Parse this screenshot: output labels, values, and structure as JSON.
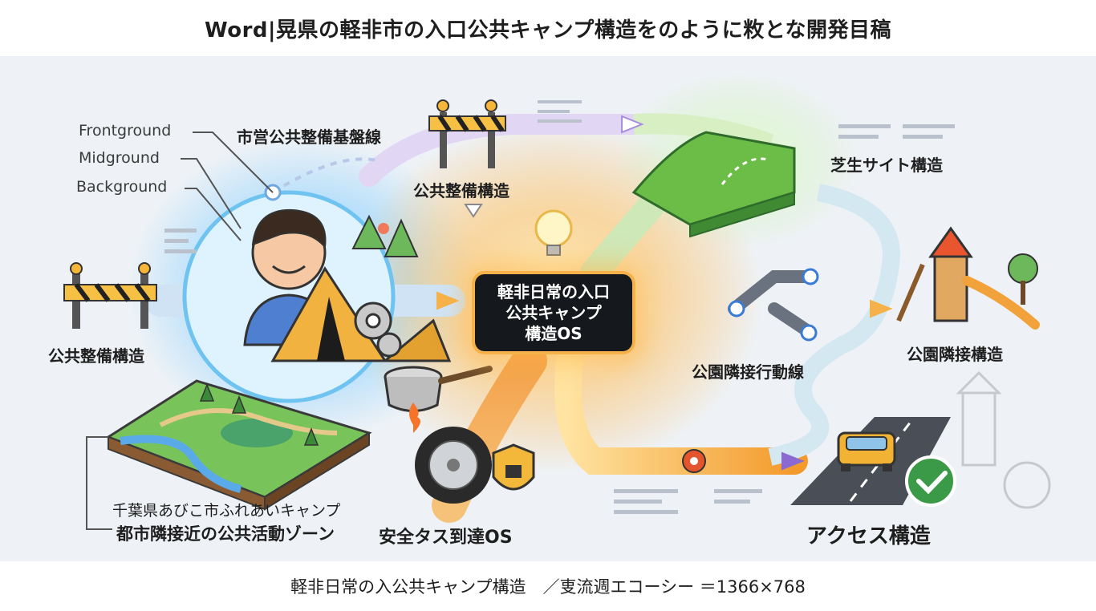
{
  "title": "Word|晃県の軽非市の入口公共キャンプ構造をのように敉とな開発目稿",
  "layers": [
    "Frontground",
    "Midground",
    "Background"
  ],
  "nodes": {
    "top_line": "市営公共整備基盤線",
    "top_barrier": "公共整備構造",
    "left_barrier": "公共整備構造",
    "lawn": "芝生サイト構造",
    "park_adjacent": "公園隣接構造",
    "park_route": "公園隣接行動線",
    "access": "アクセス構造",
    "safety": "安全タス到達OS",
    "map_line1": "千葉県あびこ市ふれあいキャンプ",
    "map_line2": "都市隣接近の公共活動ゾーン"
  },
  "core": [
    "軽非日常の入口",
    "公共キャンプ",
    "構造OS"
  ],
  "footer": "軽非日常の入公共キャンプ構造　／叓流週エコーシー ＝1366×768",
  "colors": {
    "accent_orange": "#f39a2b",
    "accent_purple": "#a98be0",
    "accent_green": "#5cb85c",
    "core_bg": "#15181c"
  }
}
